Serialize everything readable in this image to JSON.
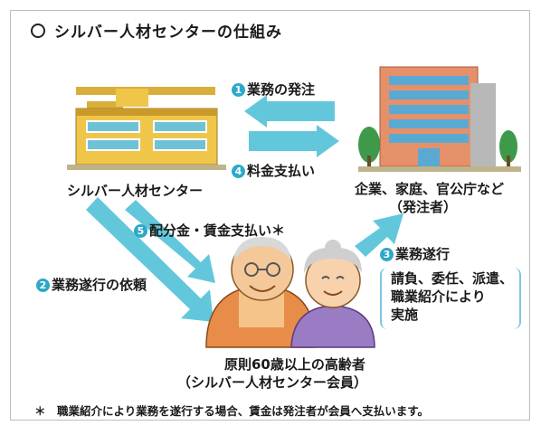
{
  "title": "シルバー人材センターの仕組み",
  "flows": {
    "order": {
      "number": "1",
      "text": "業務の発注"
    },
    "payment": {
      "number": "4",
      "text": "料金支払い"
    },
    "distribution": {
      "number": "5",
      "text": "配分金・賃金支払い＊"
    },
    "execution": {
      "number": "3",
      "text": "業務遂行"
    },
    "request": {
      "number": "2",
      "text": "業務遂行の依頼"
    }
  },
  "nodes": {
    "center": "シルバー人材センター",
    "client_line1": "企業、家庭、官公庁など",
    "client_line2": "（発注者）",
    "elderly_line1": "原則60歳以上の高齢者",
    "elderly_line2": "（シルバー人材センター会員）"
  },
  "methods": [
    "請負、委任、派遣、",
    "職業紹介により",
    "実施"
  ],
  "footnote": "＊　職業紹介により業務を遂行する場合、賃金は発注者が会員へ支払います。",
  "colors": {
    "arrow": "#63c7dc",
    "number_badge": "#2ea8c8",
    "building_left": "#f0c64a",
    "building_right": "#e6906a"
  }
}
